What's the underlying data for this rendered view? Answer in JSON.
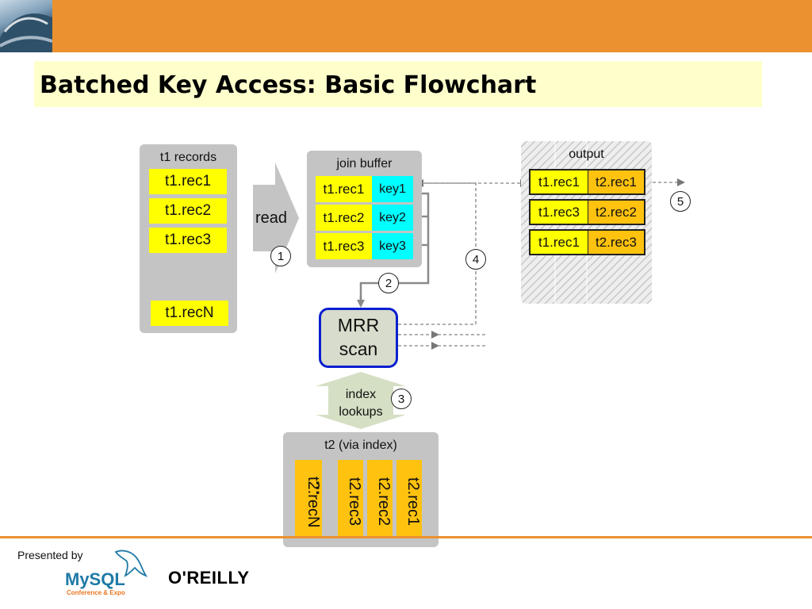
{
  "slide": {
    "title": "Batched Key Access: Basic Flowchart",
    "footer": {
      "presented_by": "Presented by",
      "mysql_logo": "MySQL",
      "mysql_sub": "Conference & Expo",
      "oreilly_logo": "O'REILLY"
    }
  },
  "diagram": {
    "t1_panel": {
      "label": "t1 records",
      "records": [
        "t1.rec1",
        "t1.rec2",
        "t1.rec3",
        "t1.recN"
      ]
    },
    "read_arrow": {
      "label": "read",
      "step": "1"
    },
    "join_buffer": {
      "label": "join buffer",
      "rows": [
        {
          "record": "t1.rec1",
          "key": "key1"
        },
        {
          "record": "t1.rec2",
          "key": "key2"
        },
        {
          "record": "t1.rec3",
          "key": "key3"
        }
      ]
    },
    "keys_step": "2",
    "mrr": {
      "line1": "MRR",
      "line2": "scan"
    },
    "index_lookup": {
      "line1": "index",
      "line2": "lookups",
      "step": "3"
    },
    "return_step": "4",
    "output": {
      "label": "output",
      "rows": [
        {
          "t1": "t1.rec1",
          "t2": "t2.rec1"
        },
        {
          "t1": "t1.rec3",
          "t2": "t2.rec2"
        },
        {
          "t1": "t1.rec1",
          "t2": "t2.rec3"
        }
      ],
      "step": "5"
    },
    "t2_panel": {
      "label": "t2 (via index)",
      "records": [
        "t2.recN",
        "t2.rec3",
        "t2.rec2",
        "t2.rec1"
      ],
      "ellipsis": "..."
    },
    "colors": {
      "orange": "#ec9130",
      "yellow": "#ffff00",
      "cyan": "#00ffff",
      "gold": "#ffc20e",
      "mrr_border": "#0a1fd0",
      "panel_gray": "#c4c4c4"
    }
  }
}
